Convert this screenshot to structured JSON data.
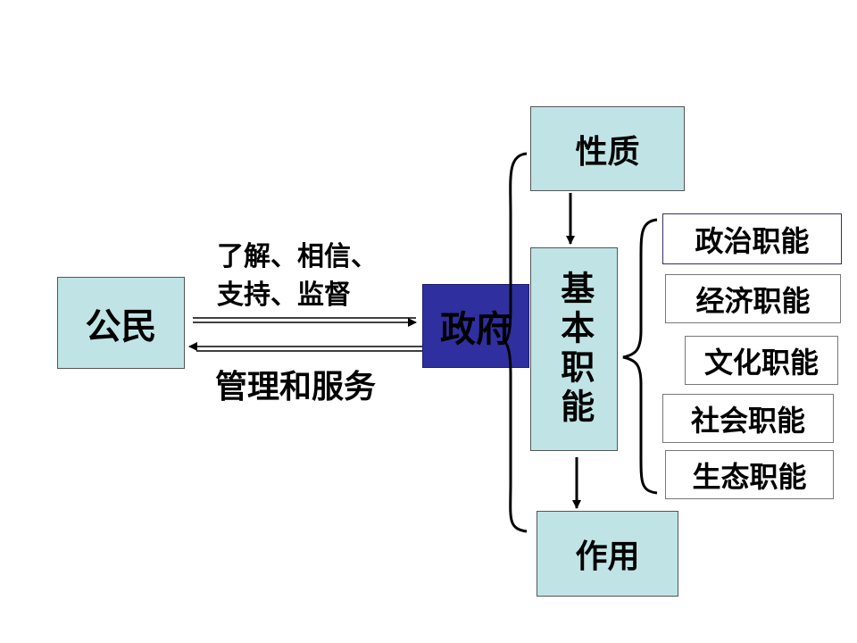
{
  "citizen": "公民",
  "government": "政府",
  "upper_arrow_label": [
    "了解、相信、",
    "支持、监督"
  ],
  "lower_arrow_label": "管理和服务",
  "nature": "性质",
  "basic_functions": "基本职能",
  "role": "作用",
  "functions": [
    "政治职能",
    "经济职能",
    "文化职能",
    "社会职能",
    "生态职能"
  ],
  "colors": {
    "teal": "#c0e4e6",
    "navy": "#2f2fa0"
  }
}
